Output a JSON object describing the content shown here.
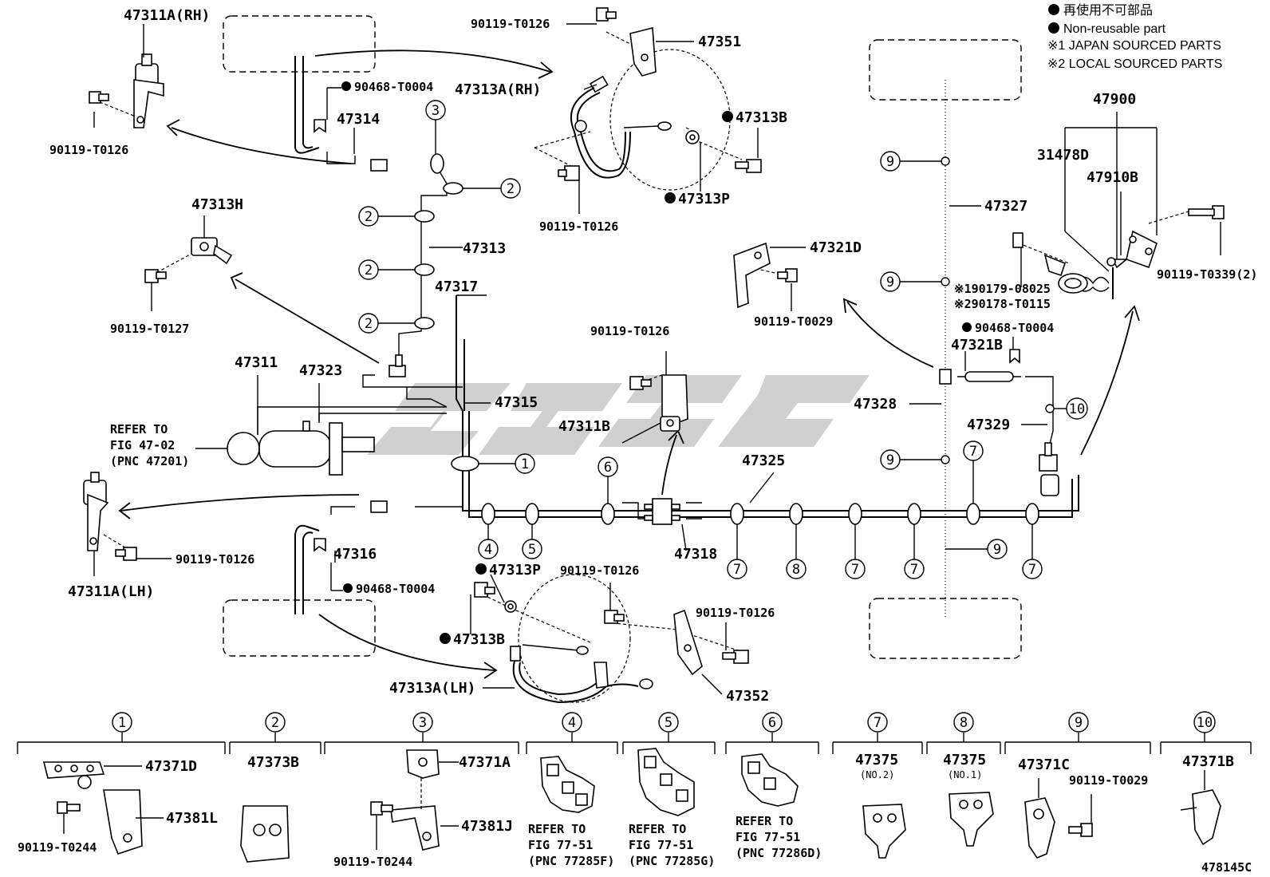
{
  "legend": {
    "non_reusable_jp": "再使用不可部品",
    "non_reusable_en": "Non-reusable part",
    "note1": "※1 JAPAN SOURCED PARTS",
    "note2": "※2 LOCAL SOURCED PARTS"
  },
  "diagram_id": "478145C",
  "labels": {
    "p47311a_rh": "47311A(RH)",
    "p90119_t0126_a": "90119-T0126",
    "p90119_t0126_b": "90119-T0126",
    "p90119_t0126_c": "90119-T0126",
    "p90119_t0126_d": "90119-T0126",
    "p90119_t0126_e": "90119-T0126",
    "p90119_t0126_f": "90119-T0126",
    "p90119_t0126_g": "90119-T0126",
    "p47351": "47351",
    "p90468_t0004_a": "90468-T0004",
    "p47313a_rh": "47313A(RH)",
    "p47314": "47314",
    "p47313b_a": "47313B",
    "p47313p_a": "47313P",
    "p47313h": "47313H",
    "p47313": "47313",
    "p90119_t0127": "90119-T0127",
    "p47317": "47317",
    "p47311": "47311",
    "p47323": "47323",
    "p47315": "47315",
    "refer_fig_47": "REFER TO",
    "refer_fig_47_b": "FIG 47-02",
    "refer_fig_47_c": "(PNC 47201)",
    "p47311a_lh": "47311A(LH)",
    "p47316": "47316",
    "p90468_t0004_b": "90468-T0004",
    "p47313p_b": "47313P",
    "p47313b_b": "47313B",
    "p47313a_lh": "47313A(LH)",
    "p47352": "47352",
    "p47311b": "47311B",
    "p47318": "47318",
    "p47325": "47325",
    "p47321d": "47321D",
    "p90119_t0029_a": "90119-T0029",
    "p47327": "47327",
    "p47328": "47328",
    "p47321b": "47321B",
    "p90468_t0004_c": "90468-T0004",
    "p47329": "47329",
    "p47900": "47900",
    "p31478d": "31478D",
    "p47910b": "47910B",
    "p90119_t0339": "90119-T0339(2)",
    "p190179": "※190179-08025",
    "p290178": "※290178-T0115"
  },
  "callouts": {
    "c1": "1",
    "c2": "2",
    "c3": "3",
    "c4": "4",
    "c5": "5",
    "c6": "6",
    "c7": "7",
    "c8": "8",
    "c9": "9",
    "c10": "10"
  },
  "clip_table": [
    {
      "num": "1",
      "parts": [
        "47371D",
        "47381L",
        "90119-T0244"
      ]
    },
    {
      "num": "2",
      "parts": [
        "47373B"
      ]
    },
    {
      "num": "3",
      "parts": [
        "47371A",
        "47381J",
        "90119-T0244"
      ]
    },
    {
      "num": "4",
      "parts": [
        "REFER TO",
        "FIG 77-51",
        "(PNC 77285F)"
      ]
    },
    {
      "num": "5",
      "parts": [
        "REFER TO",
        "FIG 77-51",
        "(PNC 77285G)"
      ]
    },
    {
      "num": "6",
      "parts": [
        "REFER TO",
        "FIG 77-51",
        "(PNC 77286D)"
      ]
    },
    {
      "num": "7",
      "parts": [
        "47375",
        "(NO.2)"
      ]
    },
    {
      "num": "8",
      "parts": [
        "47375",
        "(NO.1)"
      ]
    },
    {
      "num": "9",
      "parts": [
        "47371C",
        "90119-T0029"
      ]
    },
    {
      "num": "10",
      "parts": [
        "47371B"
      ]
    }
  ]
}
